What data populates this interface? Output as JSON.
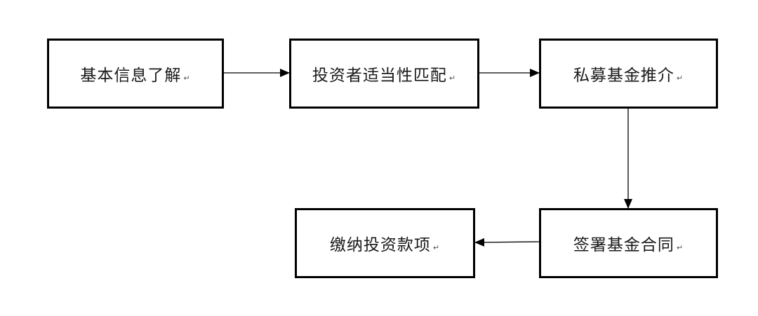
{
  "steps": [
    {
      "label": "基本信息了解",
      "mark": "↵"
    },
    {
      "label": "投资者适当性匹配",
      "mark": "↵"
    },
    {
      "label": "私募基金推介",
      "mark": "↵"
    },
    {
      "label": "签署基金合同",
      "mark": "↵"
    },
    {
      "label": "缴纳投资款项",
      "mark": "↵"
    }
  ],
  "colors": {
    "border": "#000000",
    "text": "#1a1a1a",
    "background": "#ffffff"
  }
}
